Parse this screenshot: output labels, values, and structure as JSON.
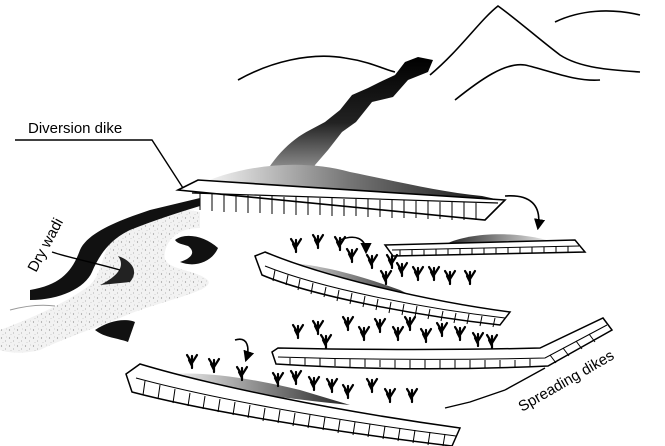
{
  "labels": {
    "diversion_dike": "Diversion dike",
    "dry_wadi": "Dry wadi",
    "spreading_dikes": "Spreading dikes"
  },
  "colors": {
    "ink": "#000000",
    "paper": "#ffffff",
    "water_dark": "#111111",
    "water_light": "#e6e6e6"
  }
}
